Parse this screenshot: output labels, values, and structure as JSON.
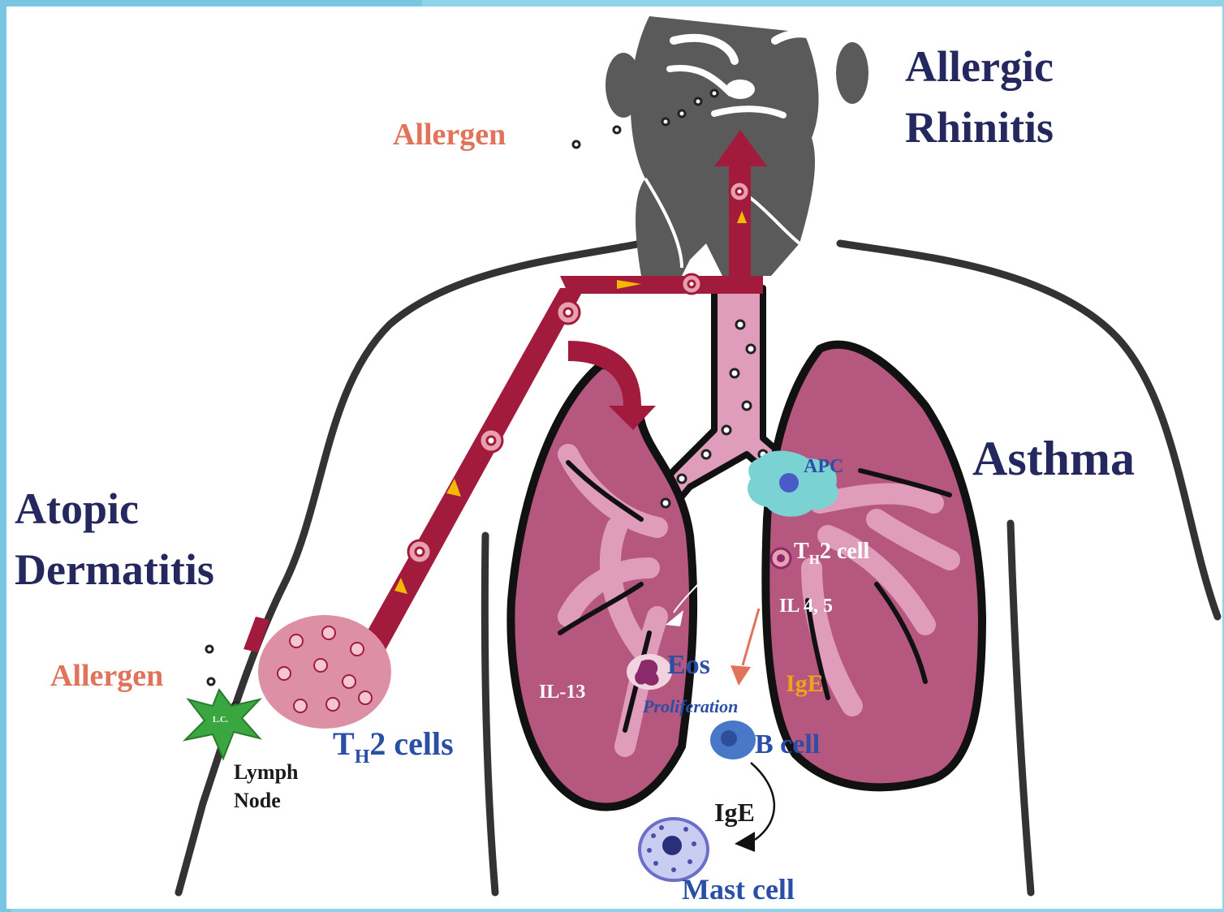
{
  "labels": {
    "allergic_rhinitis_line1": "Allergic",
    "allergic_rhinitis_line2": "Rhinitis",
    "asthma": "Asthma",
    "atopic_dermatitis_line1": "Atopic",
    "atopic_dermatitis_line2": "Dermatitis",
    "allergen_top": "Allergen",
    "allergen_left": "Allergen",
    "th2_cells_t": "T",
    "th2_cells_sub": "H",
    "th2_cells_rest": "2 cells",
    "th2_cell_t": "T",
    "th2_cell_sub": "H",
    "th2_cell_rest": "2 cell",
    "il_4_5": "IL 4, 5",
    "il_13": "IL-13",
    "eos": "Eos",
    "proliferation": "Proliferation",
    "ige_right": "IgE",
    "ige_bottom": "IgE",
    "b_cell": "B cell",
    "mast_cell": "Mast cell",
    "lymph": "Lymph",
    "node": "Node",
    "apc": "APC",
    "lc": "L.C."
  },
  "colors": {
    "disease_label": "#24285e",
    "allergen_label": "#e0735a",
    "lymph_label": "#1a1a1a",
    "th2_label": "#2a4fa6",
    "ige_label": "#f0a21a",
    "white_label": "#ffffff",
    "vessel": "#a31b3c",
    "vessel_arrow": "#f3b800",
    "lung_fill": "#b5577f",
    "bronchi_fill": "#df9cbb",
    "body_outline": "#333333",
    "head_fill": "#5a5a5a",
    "lymph_node_fill": "#dd8fa6",
    "lc_cell_fill": "#3aa640",
    "apc_fill": "#7ad2d2",
    "b_cell_fill": "#4a78c8",
    "mast_cell_fill": "#6a6fc8",
    "eos_fill": "#8a2a6a"
  }
}
